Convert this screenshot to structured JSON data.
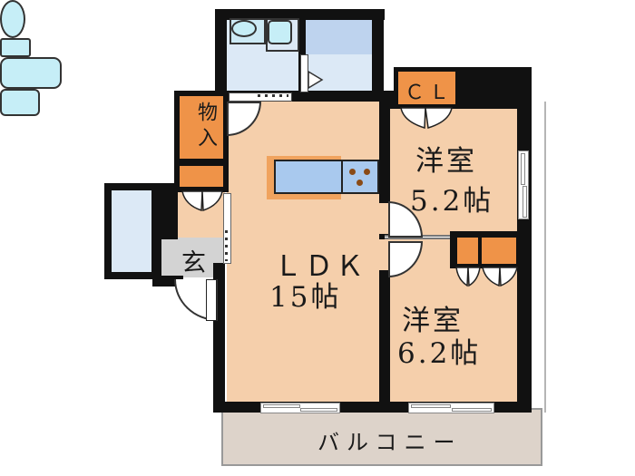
{
  "plan": {
    "rooms": {
      "ldk": {
        "name": "ＬＤＫ",
        "size": "15帖"
      },
      "western_5_2": {
        "name": "洋室",
        "size": "5.2帖"
      },
      "western_6_2": {
        "name": "洋室",
        "size": "6.2帖"
      },
      "entrance": {
        "label": "玄"
      },
      "balcony": {
        "label": "バルコニー"
      }
    },
    "closets": {
      "cl": {
        "label": "ＣＬ"
      },
      "storage": {
        "label": "物入"
      }
    },
    "colors": {
      "wall": "#111111",
      "room_floor": "#f5cfab",
      "closet_fill": "#ef9348",
      "entrance_floor": "#d3d3d3",
      "balcony_floor": "#ddd3ca",
      "wet_room_floor": "#dce9f6",
      "fixture_fill": "#c6eef7",
      "kitchen_counter": "#a9c9ee",
      "tub_zone": "#bed3ee"
    }
  }
}
